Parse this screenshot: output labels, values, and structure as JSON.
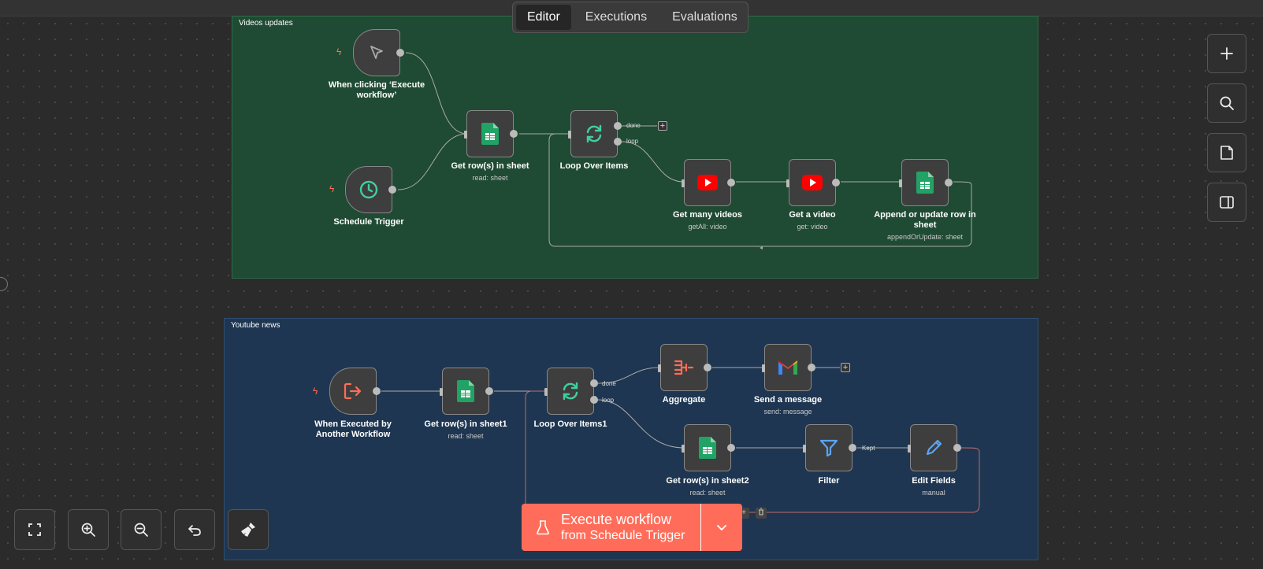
{
  "tabs": {
    "editor": "Editor",
    "executions": "Executions",
    "evaluations": "Evaluations"
  },
  "stickies": {
    "videos": "Videos updates",
    "youtube": "Youtube news"
  },
  "nodes": {
    "manual_trigger": {
      "label": "When clicking ‘Execute workflow’"
    },
    "schedule_trigger": {
      "label": "Schedule Trigger"
    },
    "get_rows": {
      "label": "Get row(s) in sheet",
      "sub": "read: sheet"
    },
    "loop": {
      "label": "Loop Over Items"
    },
    "get_many_videos": {
      "label": "Get many videos",
      "sub": "getAll: video"
    },
    "get_video": {
      "label": "Get a video",
      "sub": "get: video"
    },
    "append_row": {
      "label": "Append or update row in sheet",
      "sub": "appendOrUpdate: sheet"
    },
    "exec_by_workflow": {
      "label": "When Executed by Another Workflow"
    },
    "get_rows1": {
      "label": "Get row(s) in sheet1",
      "sub": "read: sheet"
    },
    "loop1": {
      "label": "Loop Over Items1"
    },
    "aggregate": {
      "label": "Aggregate"
    },
    "send_message": {
      "label": "Send a message",
      "sub": "send: message"
    },
    "get_rows2": {
      "label": "Get row(s) in sheet2",
      "sub": "read: sheet"
    },
    "filter": {
      "label": "Filter"
    },
    "edit_fields": {
      "label": "Edit Fields",
      "sub": "manual"
    }
  },
  "edge_labels": {
    "done": "done",
    "loop": "loop",
    "kept": "Kept"
  },
  "execute": {
    "title": "Execute workflow",
    "subtitle": "from Schedule Trigger"
  },
  "colors": {
    "accent": "#ff6d5a",
    "sheets": "#21a366",
    "youtube": "#ff0000"
  }
}
